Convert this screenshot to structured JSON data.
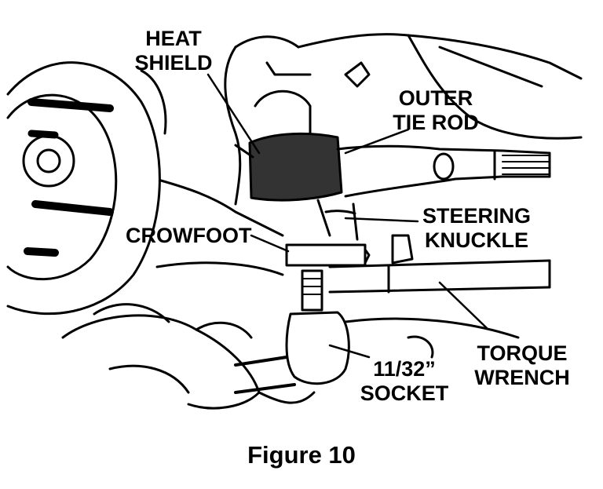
{
  "labels": {
    "heat_shield": [
      "HEAT",
      "SHIELD"
    ],
    "outer_tie_rod": [
      "OUTER",
      "TIE ROD"
    ],
    "steering_knuckle": [
      "STEERING",
      "KNUCKLE"
    ],
    "crowfoot": "CROWFOOT",
    "torque_wrench": [
      "TORQUE",
      "WRENCH"
    ],
    "socket": [
      "11/32”",
      "SOCKET"
    ]
  },
  "caption": "Figure 10"
}
